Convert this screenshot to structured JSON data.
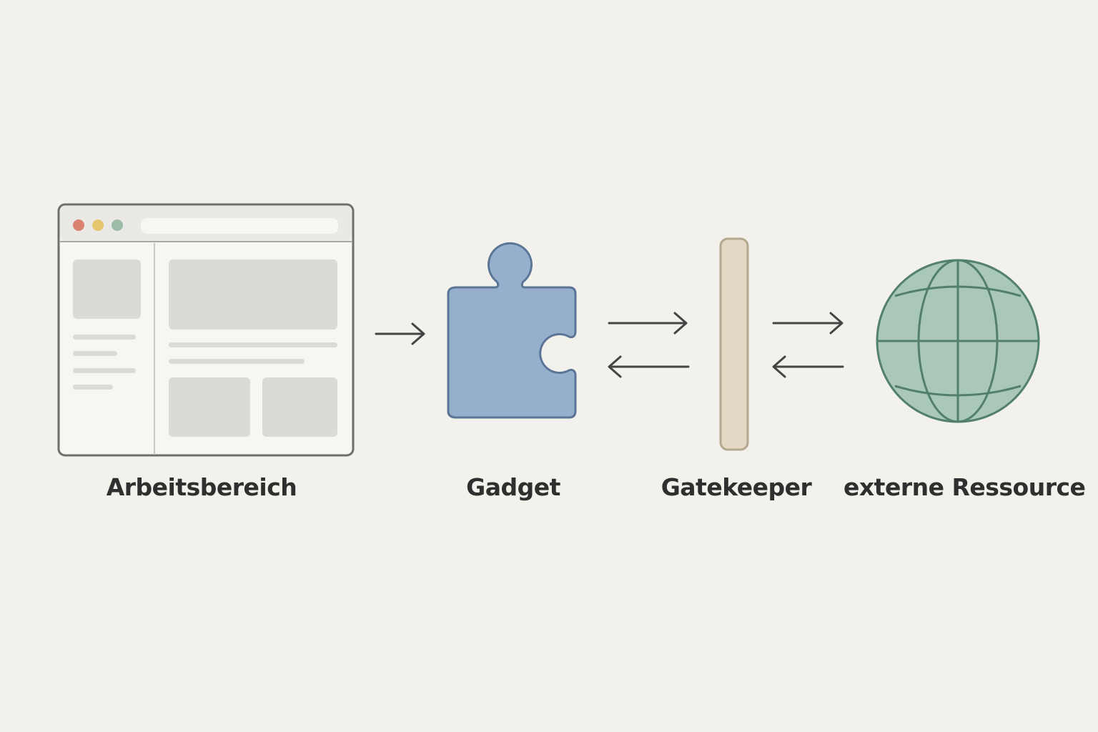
{
  "nodes": [
    {
      "id": "workspace",
      "label": "Arbeitsbereich",
      "icon": "browser-window-icon"
    },
    {
      "id": "gadget",
      "label": "Gadget",
      "icon": "puzzle-piece-icon"
    },
    {
      "id": "gatekeeper",
      "label": "Gatekeeper",
      "icon": "barrier-bar-icon"
    },
    {
      "id": "external",
      "label": "externe Ressource",
      "icon": "globe-icon"
    }
  ],
  "connections": [
    {
      "from": "workspace",
      "to": "gadget",
      "direction": "forward"
    },
    {
      "from": "gadget",
      "to": "gatekeeper",
      "direction": "bidirectional"
    },
    {
      "from": "gatekeeper",
      "to": "external",
      "direction": "bidirectional"
    }
  ],
  "colors": {
    "background": "#f3f1ec",
    "outline": "#6e6e6e",
    "placeholder": "#dcdad6",
    "window_dot_red": "#d9826e",
    "window_dot_yellow": "#e5c66e",
    "window_dot_green": "#9cbca8",
    "puzzle_fill": "#96afcc",
    "puzzle_stroke": "#5a7596",
    "gatekeeper_fill": "#e2d8c4",
    "gatekeeper_stroke": "#b4a98f",
    "globe_fill": "#a9c8b7",
    "globe_stroke": "#52806c",
    "arrow": "#444444",
    "label_text": "#2f2f2f"
  }
}
